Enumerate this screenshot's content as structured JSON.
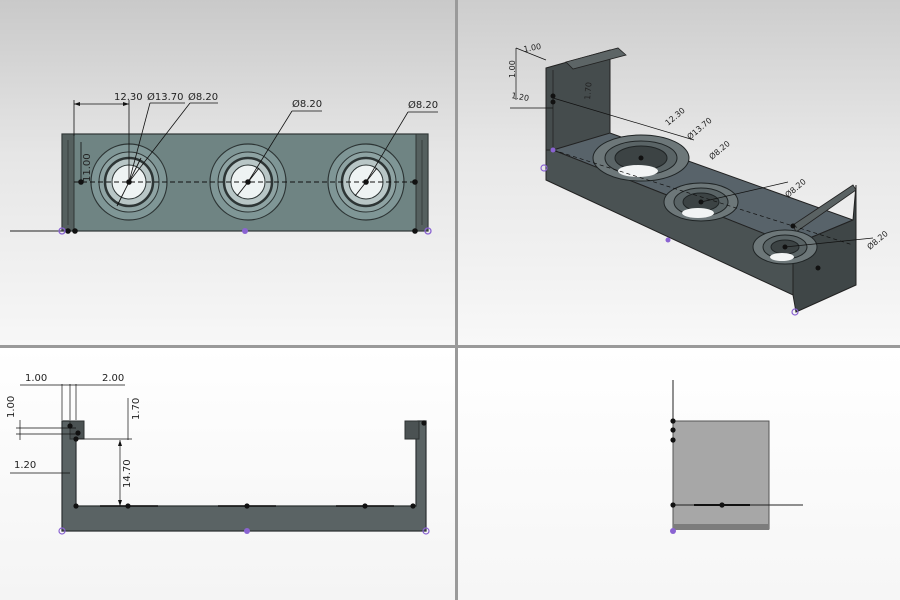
{
  "colors": {
    "body_dark": "#4f5657",
    "body_plate": "#6f8483",
    "hole_light": "#e8eeee",
    "dim_line": "#111111",
    "point_purple": "#8a63d2"
  },
  "top_view": {
    "dim_offset": "12.30",
    "dim_cbore": "Ø13.70",
    "dim_hole1": "Ø8.20",
    "dim_hole2": "Ø8.20",
    "dim_hole3": "Ø8.20",
    "dim_height": "11.00"
  },
  "iso_view": {
    "dim_a": "1.00",
    "dim_b": "1.00",
    "dim_c": "1.70",
    "dim_d": "1.20",
    "dim_e": "12.30",
    "dim_f": "Ø13.70",
    "dim_g": "Ø8.20",
    "dim_h": "Ø8.20",
    "dim_i": "Ø8.20"
  },
  "front_view": {
    "dim_lip_w": "1.00",
    "dim_gap": "2.00",
    "dim_lip_h": "1.00",
    "dim_step": "1.70",
    "dim_wall": "1.20",
    "dim_depth": "14.70"
  }
}
